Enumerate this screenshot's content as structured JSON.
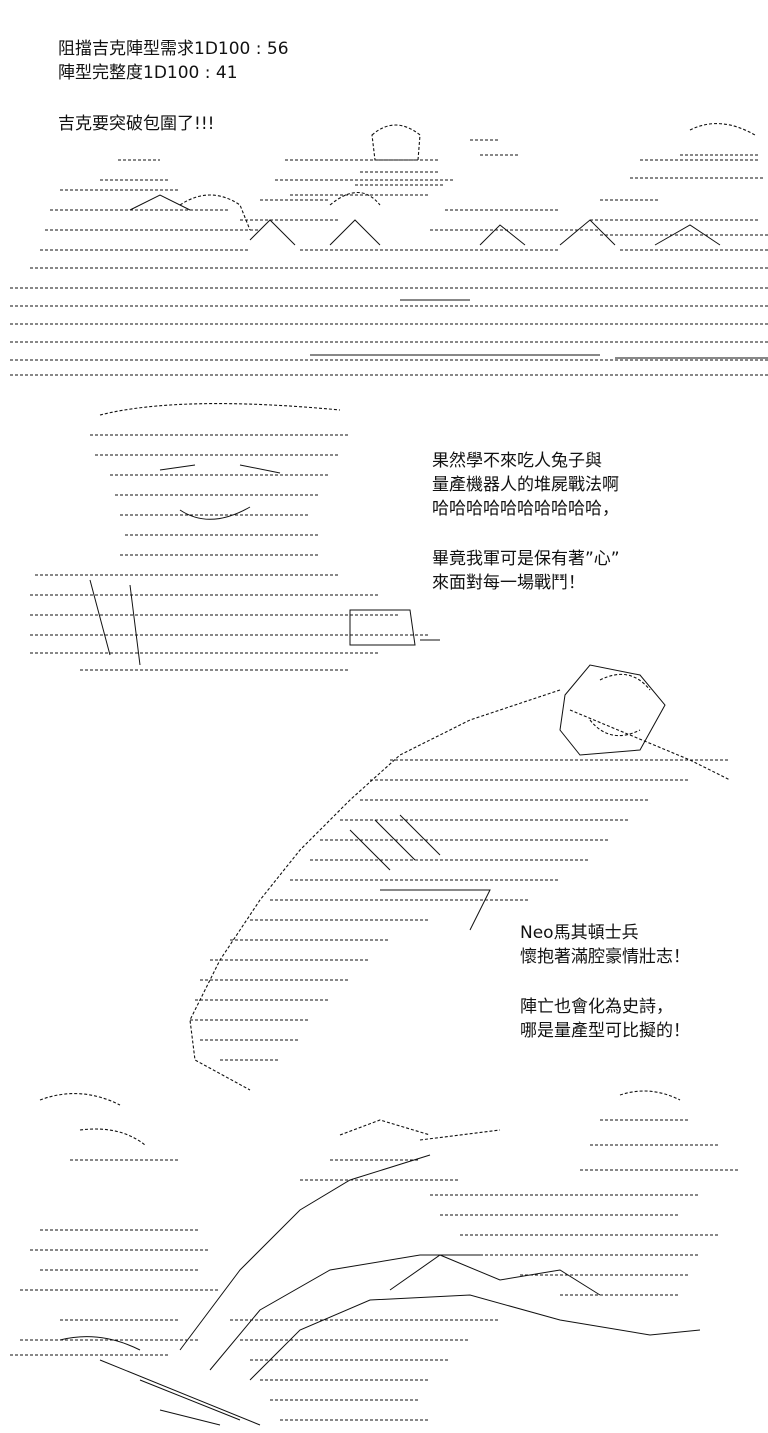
{
  "texts": {
    "roll_line_1": "阻擋吉克陣型需求1D100 : 56",
    "roll_line_2": "陣型完整度1D100 : 41",
    "outcome": "吉克要突破包圍了!!!",
    "taunt_1": "果然學不來吃人兔子與",
    "taunt_2": "量產機器人的堆屍戰法啊",
    "taunt_3": "哈哈哈哈哈哈哈哈哈哈，",
    "boast_1": "畢竟我軍可是保有著”心”",
    "boast_2": "來面對每一場戰鬥！",
    "soldier_1": "Neo馬其頓士兵",
    "soldier_2": "懷抱著滿腔豪情壯志！",
    "epic_1": "陣亡也會化為史詩，",
    "epic_2": "哪是量產型可比擬的！"
  },
  "colors": {
    "ink": "#111111",
    "background": "#ffffff"
  }
}
